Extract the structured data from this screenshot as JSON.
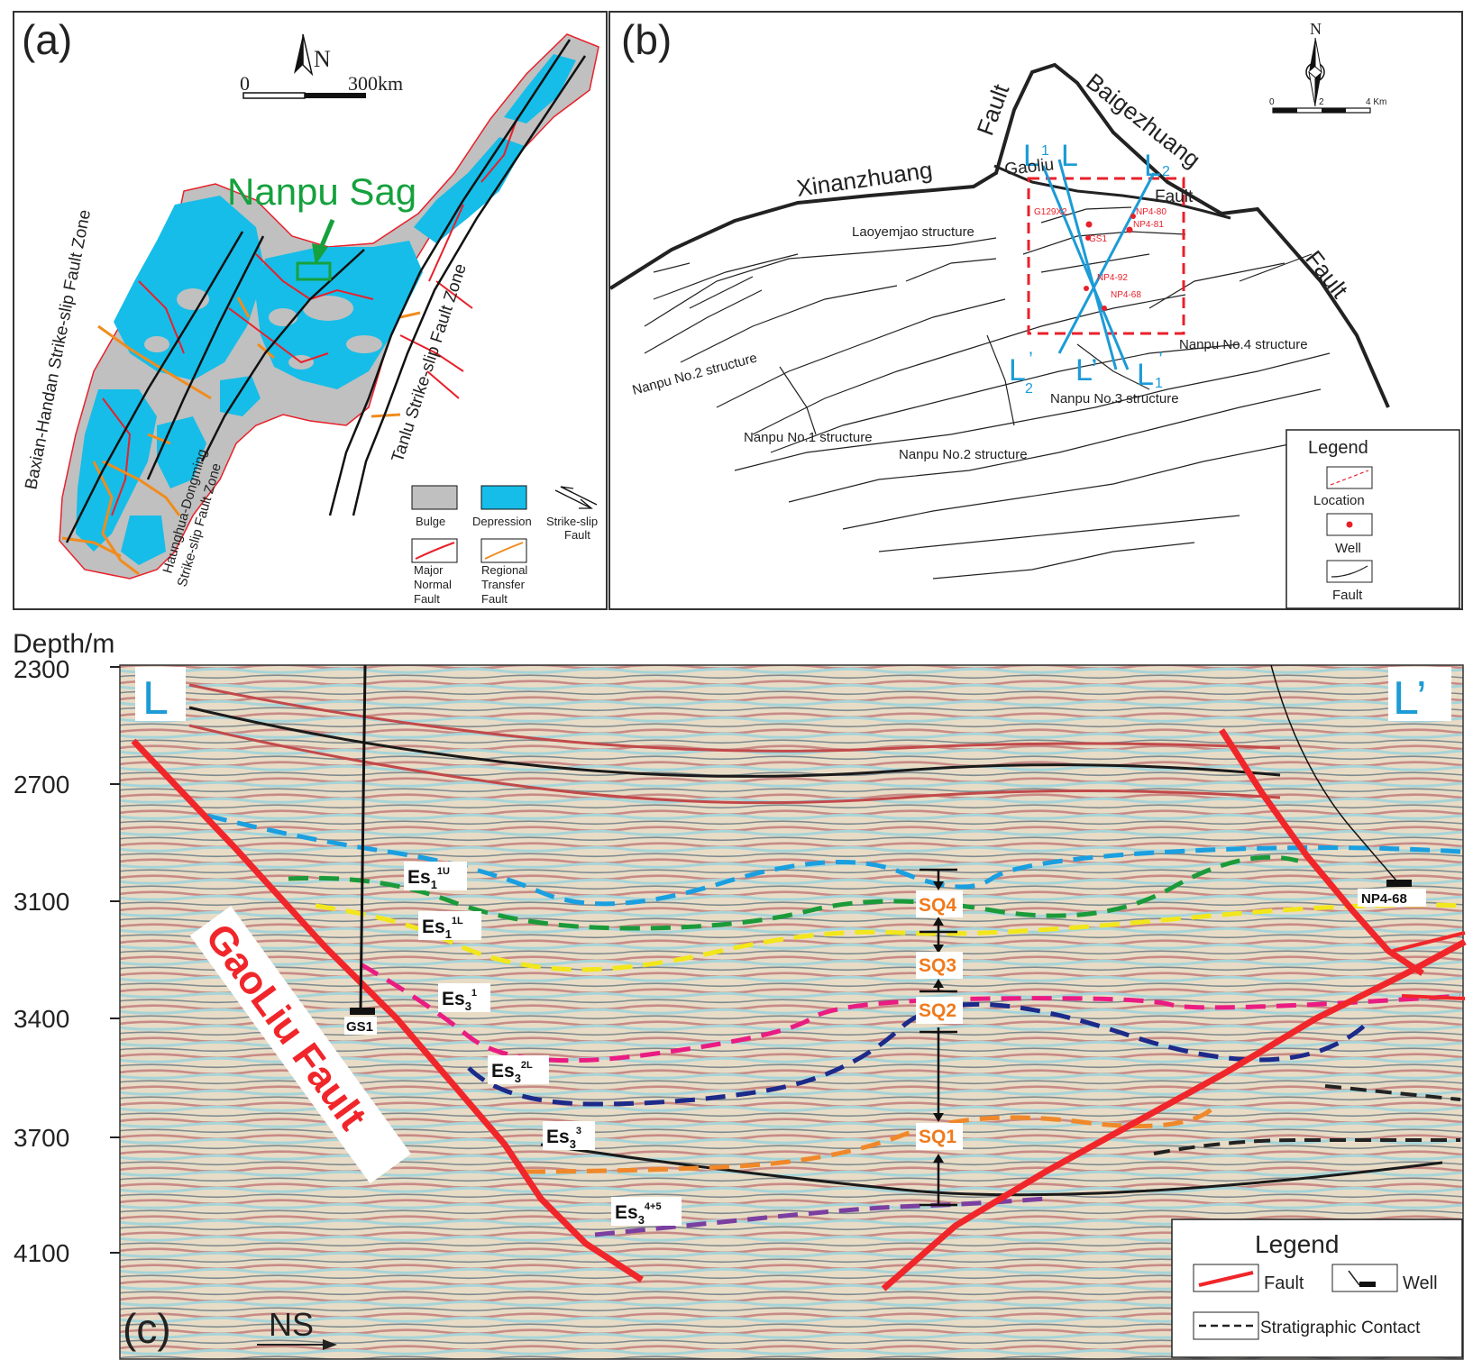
{
  "panel_a": {
    "label": "(a)",
    "north": "N",
    "scale_zero": "0",
    "scale_end": "300km",
    "callout": "Nanpu Sag",
    "zone_left": "Baxian-Handan Strike-slip Fault Zone",
    "zone_mid_1": "Haunghua-Dongming",
    "zone_mid_2": "Strike-slip Fault Zone",
    "zone_right": "Tanlu  Strike-slip Fault Zone",
    "legend": {
      "bulge": "Bulge",
      "depression": "Depression",
      "strike_slip_1": "Strike-slip",
      "strike_slip_2": "Fault",
      "major_1": "Major",
      "major_2": "Normal",
      "major_3": "Fault",
      "regional_1": "Regional",
      "regional_2": "Transfer",
      "regional_3": "Fault"
    },
    "colors": {
      "bulge": "#c0c0c0",
      "depression": "#16bde8",
      "major_fault": "#e8202a",
      "transfer_fault": "#f08c1e",
      "callout": "#15a13d"
    }
  },
  "panel_b": {
    "label": "(b)",
    "north": "N",
    "scale_ticks": [
      "0",
      "2",
      "4 Km"
    ],
    "fault_names": [
      "Xinanzhuang",
      "Fault",
      "Baigezhuang",
      "Fault",
      "Gaoliu",
      "Fault"
    ],
    "section_labels": {
      "l1": "L",
      "l1_sub": "1",
      "l": "L",
      "l2": "L",
      "l2_sub": "2",
      "l2p": "L",
      "l2p_sub": "2",
      "l2p_prime": "’",
      "lp": "L’",
      "l1p": "L",
      "l1p_sub": "1",
      "l1p_prime": "’"
    },
    "wells": [
      "G129X2",
      "NP4-80",
      "NP4-81",
      "GS1",
      "NP4-92",
      "NP4-68"
    ],
    "structures": [
      "Laoyemjao structure",
      "Nanpu No.2 structure",
      "Nanpu No.4 structure",
      "Nanpu No.3 structure",
      "Nanpu No.1 structure",
      "Nanpu No.2 structure"
    ],
    "legend": {
      "title": "Legend",
      "location": "Location",
      "well": "Well",
      "fault": "Fault"
    },
    "colors": {
      "section": "#1c9bd6",
      "location": "#e8202a"
    }
  },
  "panel_c": {
    "label": "(c)",
    "depth_title": "Depth/m",
    "depth_ticks": [
      "2300",
      "2700",
      "3100",
      "3400",
      "3700",
      "4100"
    ],
    "corner_left": "L",
    "corner_right": "L’",
    "fault_name": "GaoLiu Fault",
    "direction": "NS",
    "wells": [
      "GS1",
      "NP4-68"
    ],
    "units": [
      {
        "base": "Es",
        "sub": "1",
        "sup": "1U"
      },
      {
        "base": "Es",
        "sub": "1",
        "sup": "1L"
      },
      {
        "base": "Es",
        "sub": "3",
        "sup": "1"
      },
      {
        "base": "Es",
        "sub": "3",
        "sup": "2L"
      },
      {
        "base": "Es",
        "sub": "3",
        "sup": "3"
      },
      {
        "base": "Es",
        "sub": "3",
        "sup": "4+5"
      }
    ],
    "sequences": [
      "SQ4",
      "SQ3",
      "SQ2",
      "SQ1"
    ],
    "legend": {
      "title": "Legend",
      "fault": "Fault",
      "well": "Well",
      "contact": "Stratigraphic Contact"
    },
    "colors": {
      "fault": "#f0262a",
      "sequence": "#f07a1c",
      "h_es1u": "#1a9fe0",
      "h_es1l": "#1b9a3a",
      "h_es31": "#f2e61c",
      "h_es32": "#ea1c82",
      "h_es33": "#1c2a8a",
      "h_es345": "#f0882a",
      "h_base": "#7a3fa0",
      "h_contact": "#222222"
    }
  }
}
